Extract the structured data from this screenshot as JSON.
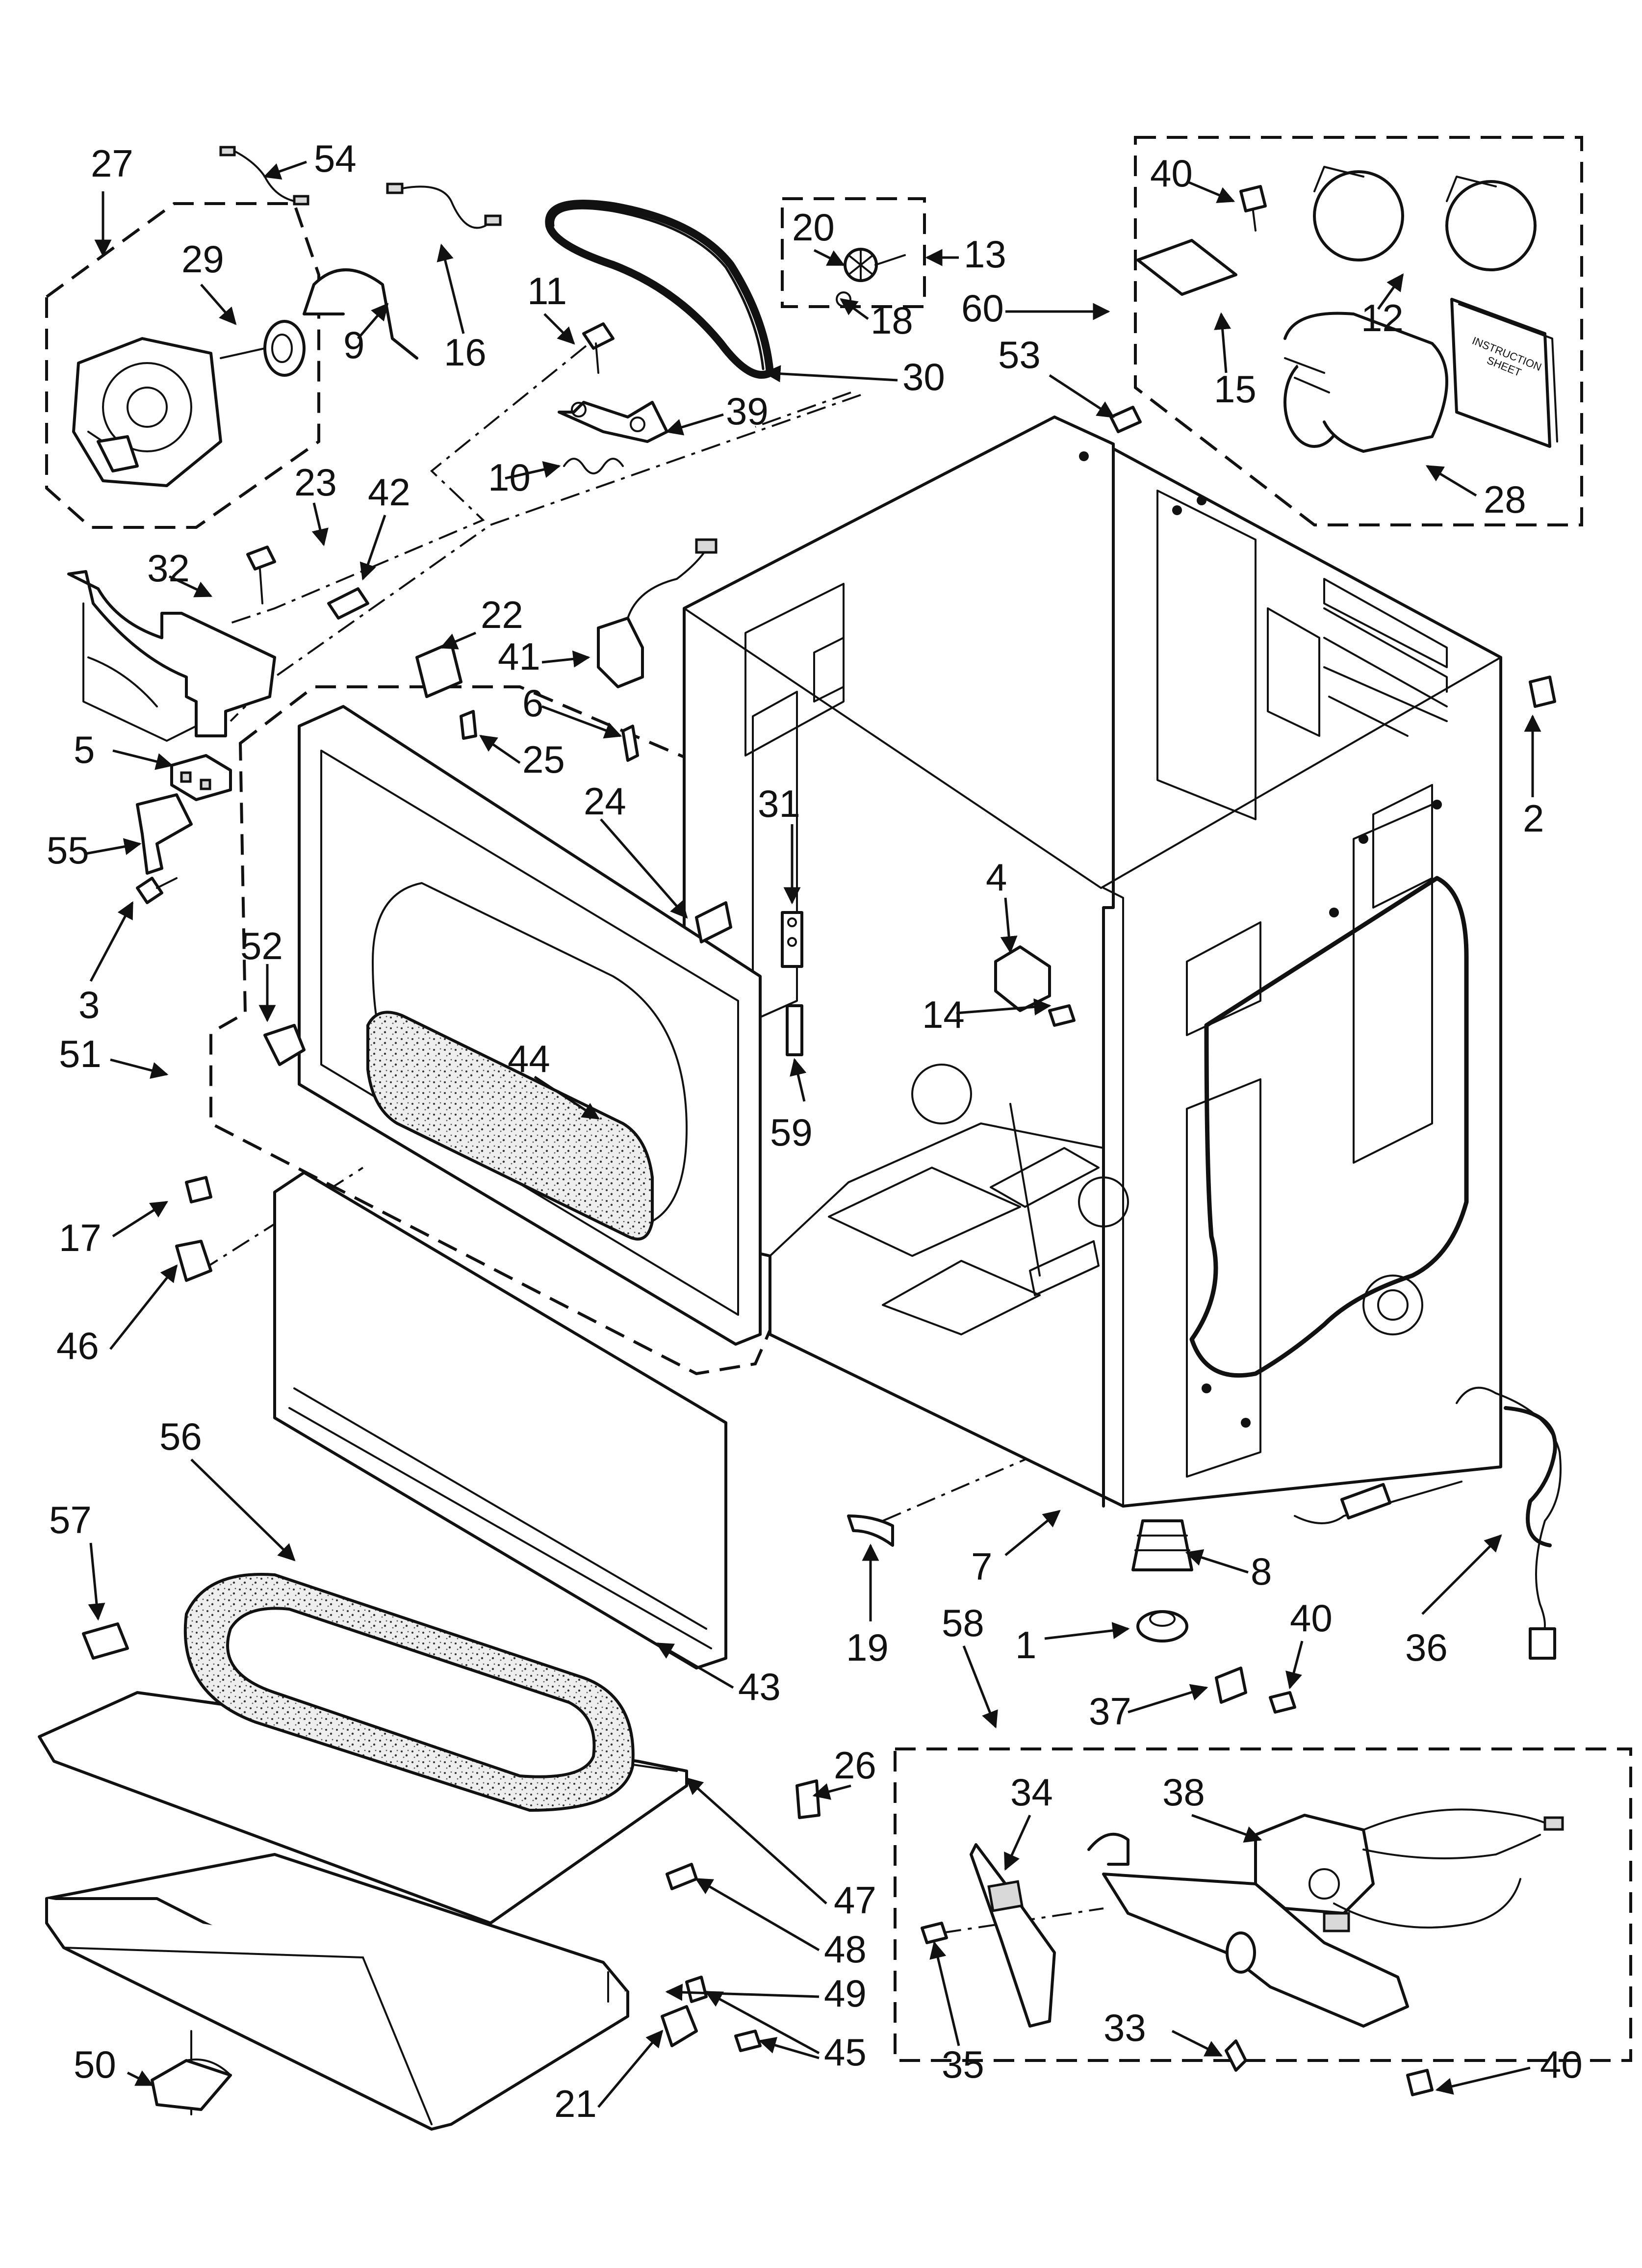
{
  "diagram": {
    "part_labels": {
      "p1": "1",
      "p2": "2",
      "p3": "3",
      "p4": "4",
      "p5": "5",
      "p6": "6",
      "p7": "7",
      "p8": "8",
      "p9": "9",
      "p10": "10",
      "p11": "11",
      "p12": "12",
      "p13": "13",
      "p14": "14",
      "p15": "15",
      "p16": "16",
      "p17": "17",
      "p18": "18",
      "p19": "19",
      "p20": "20",
      "p21": "21",
      "p22": "22",
      "p23": "23",
      "p24": "24",
      "p25": "25",
      "p26": "26",
      "p27": "27",
      "p28": "28",
      "p29": "29",
      "p30": "30",
      "p31": "31",
      "p32": "32",
      "p33": "33",
      "p34": "34",
      "p35": "35",
      "p36": "36",
      "p37": "37",
      "p38": "38",
      "p39": "39",
      "p40": "40",
      "p41": "41",
      "p42": "42",
      "p43": "43",
      "p44": "44",
      "p45": "45",
      "p46": "46",
      "p47": "47",
      "p48": "48",
      "p49": "49",
      "p50": "50",
      "p51": "51",
      "p52": "52",
      "p53": "53",
      "p54": "54",
      "p55": "55",
      "p56": "56",
      "p57": "57",
      "p58": "58",
      "p59": "59",
      "p60": "60"
    },
    "instruction_sheet": {
      "line1": "INSTRUCTION",
      "line2": "SHEET"
    }
  }
}
